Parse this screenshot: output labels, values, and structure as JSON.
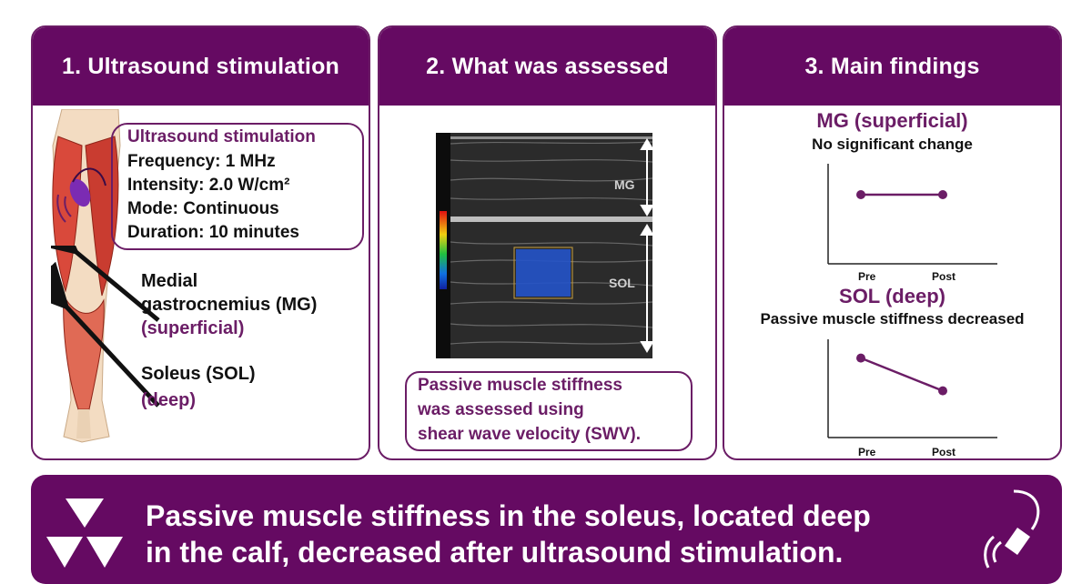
{
  "panels": {
    "p1": {
      "title": "1. Ultrasound stimulation",
      "stim_title": "Ultrasound stimulation",
      "stim_lines": [
        "Frequency: 1 MHz",
        "Intensity: 2.0 W/cm²",
        "Mode: Continuous",
        "Duration: 10 minutes"
      ],
      "mg_label": [
        "Medial",
        "gastrocnemius (MG)"
      ],
      "mg_depth": "(superficial)",
      "sol_label": "Soleus (SOL)",
      "sol_depth": "(deep)"
    },
    "p2": {
      "title": "2. What was assessed",
      "image_labels": {
        "mg": "MG",
        "sol": "SOL"
      },
      "caption": [
        "Passive muscle stiffness",
        "was assessed using",
        "shear wave velocity (SWV)."
      ]
    },
    "p3": {
      "title": "3. Main findings",
      "mg": {
        "title": "MG (superficial)",
        "subtitle": "No significant change"
      },
      "sol": {
        "title": "SOL (deep)",
        "subtitle": "Passive muscle stiffness decreased"
      },
      "x_labels": [
        "Pre",
        "Post"
      ]
    }
  },
  "banner": {
    "lines": [
      "Passive muscle stiffness in the soleus, located deep",
      "in the calf, decreased after ultrasound stimulation."
    ],
    "icons": [
      "triangles-icon",
      "ultrasound-probe-icon"
    ]
  },
  "chart_data": [
    {
      "type": "line",
      "categories": [
        "Pre",
        "Post"
      ],
      "series": [
        {
          "values": [
            0.5,
            0.5
          ]
        }
      ],
      "title": "MG (superficial)",
      "subtitle": "No significant change"
    },
    {
      "type": "line",
      "categories": [
        "Pre",
        "Post"
      ],
      "series": [
        {
          "values": [
            0.8,
            0.45
          ]
        }
      ],
      "title": "SOL (deep)",
      "subtitle": "Passive muscle stiffness decreased"
    }
  ],
  "colors": {
    "primary": "#650a62",
    "white": "#ffffff",
    "muscle": "#d9493b",
    "bone": "#f3dcc2"
  }
}
